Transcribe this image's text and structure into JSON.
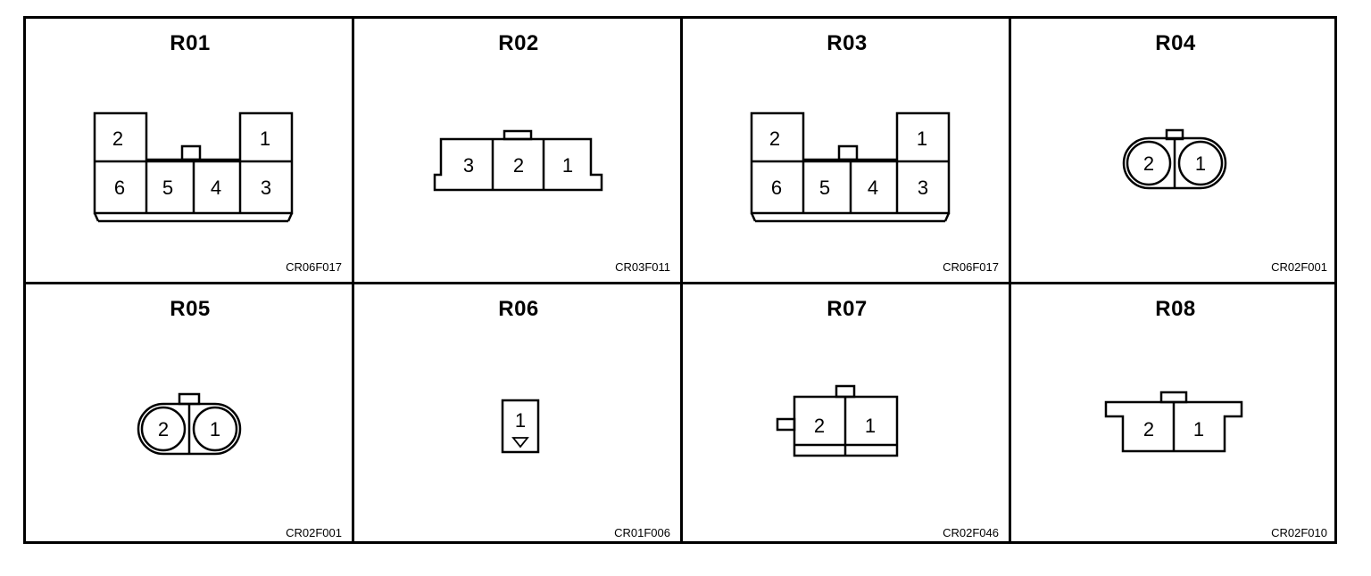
{
  "cells": [
    {
      "title": "R01",
      "code": "CR06F017",
      "pins": [
        "2",
        "1",
        "6",
        "5",
        "4",
        "3"
      ]
    },
    {
      "title": "R02",
      "code": "CR03F011",
      "pins": [
        "3",
        "2",
        "1"
      ]
    },
    {
      "title": "R03",
      "code": "CR06F017",
      "pins": [
        "2",
        "1",
        "6",
        "5",
        "4",
        "3"
      ]
    },
    {
      "title": "R04",
      "code": "CR02F001",
      "pins": [
        "2",
        "1"
      ]
    },
    {
      "title": "R05",
      "code": "CR02F001",
      "pins": [
        "2",
        "1"
      ]
    },
    {
      "title": "R06",
      "code": "CR01F006",
      "pins": [
        "1"
      ]
    },
    {
      "title": "R07",
      "code": "CR02F046",
      "pins": [
        "2",
        "1"
      ]
    },
    {
      "title": "R08",
      "code": "CR02F010",
      "pins": [
        "2",
        "1"
      ]
    }
  ]
}
